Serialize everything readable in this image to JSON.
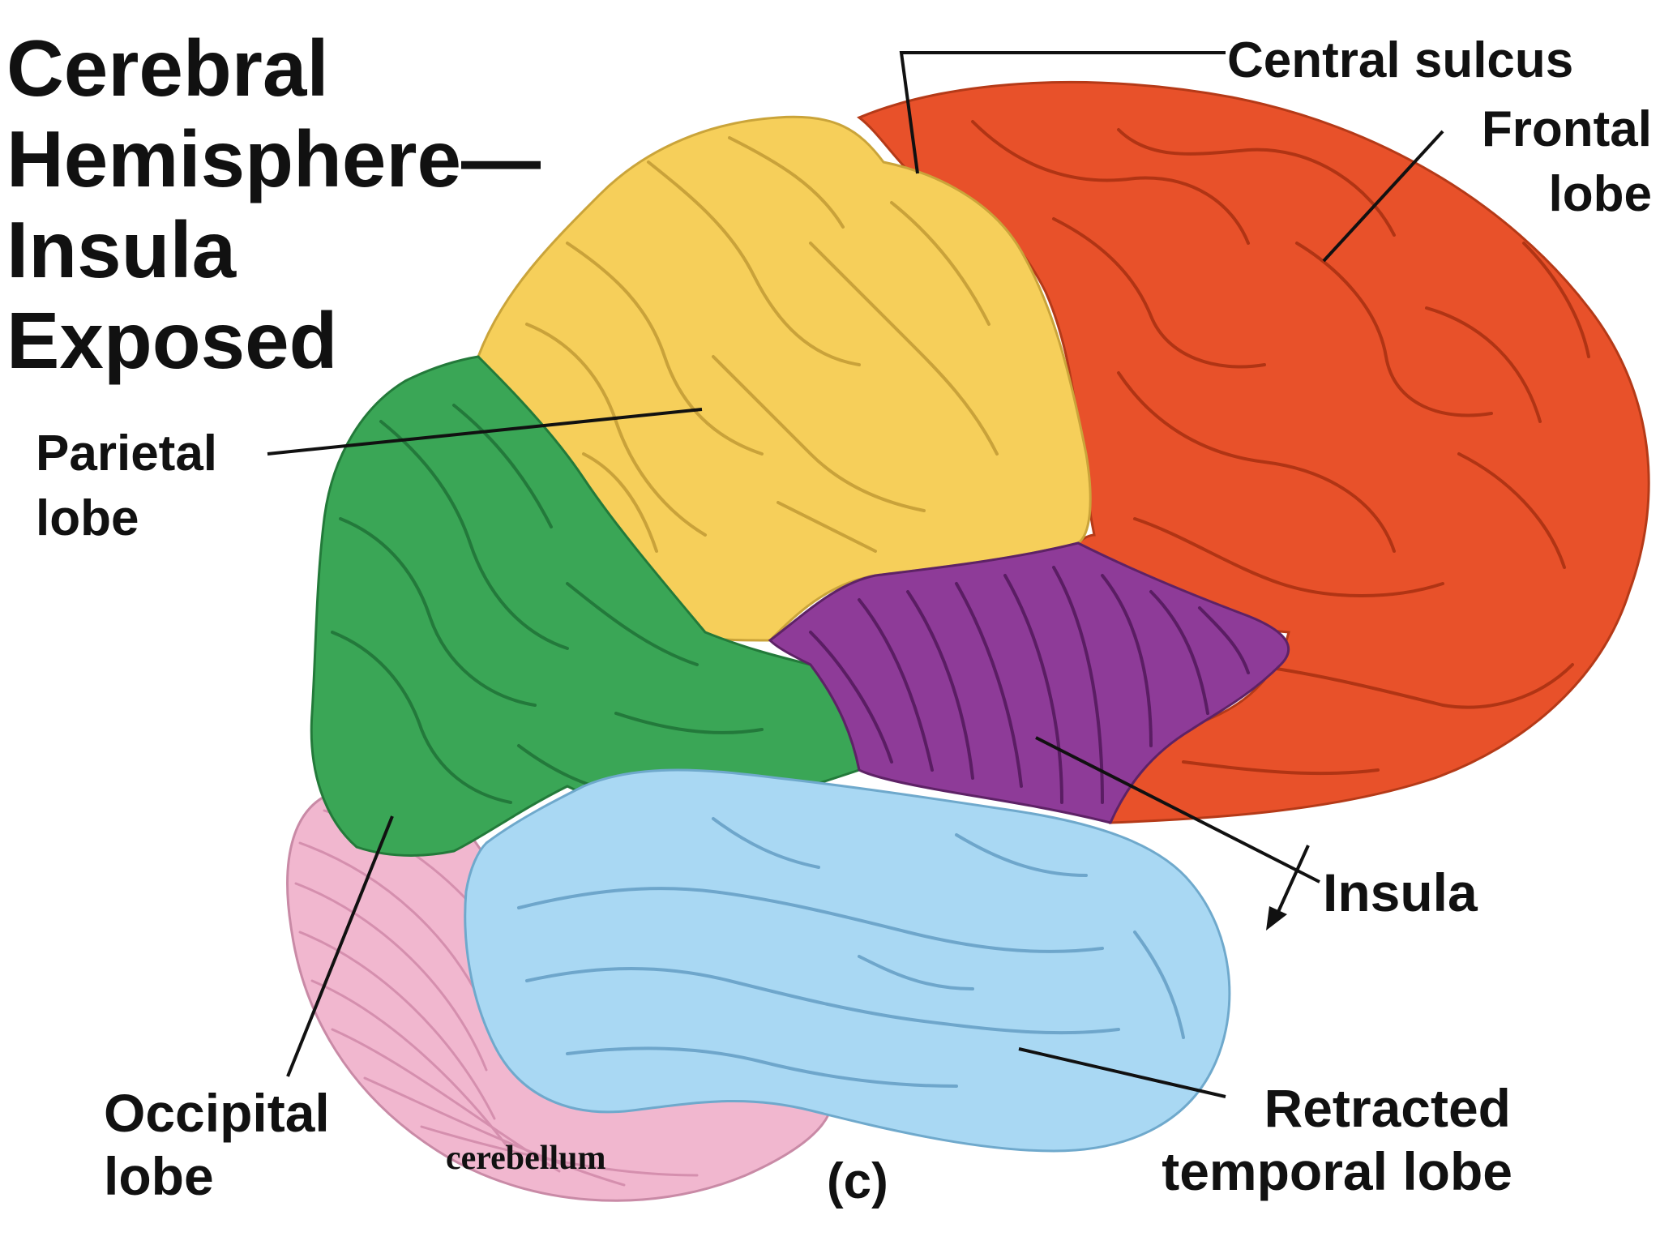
{
  "title": {
    "line1": "Cerebral",
    "line2": "Hemisphere—",
    "line3": "Insula",
    "line4": "Exposed"
  },
  "labels": {
    "central_sulcus": "Central sulcus",
    "frontal_line1": "Frontal",
    "frontal_line2": "lobe",
    "parietal_line1": "Parietal",
    "parietal_line2": "lobe",
    "insula": "Insula",
    "occipital_line1": "Occipital",
    "occipital_line2": "lobe",
    "cerebellum": "cerebellum",
    "temporal_line1": "Retracted",
    "temporal_line2": "temporal lobe",
    "panel": "(c)"
  },
  "colors": {
    "frontal": "#e8512a",
    "parietal": "#f6cf5a",
    "occipital": "#3aa656",
    "temporal": "#a9d8f3",
    "insula": "#8e3b98",
    "cerebellum": "#f1b7cf"
  }
}
